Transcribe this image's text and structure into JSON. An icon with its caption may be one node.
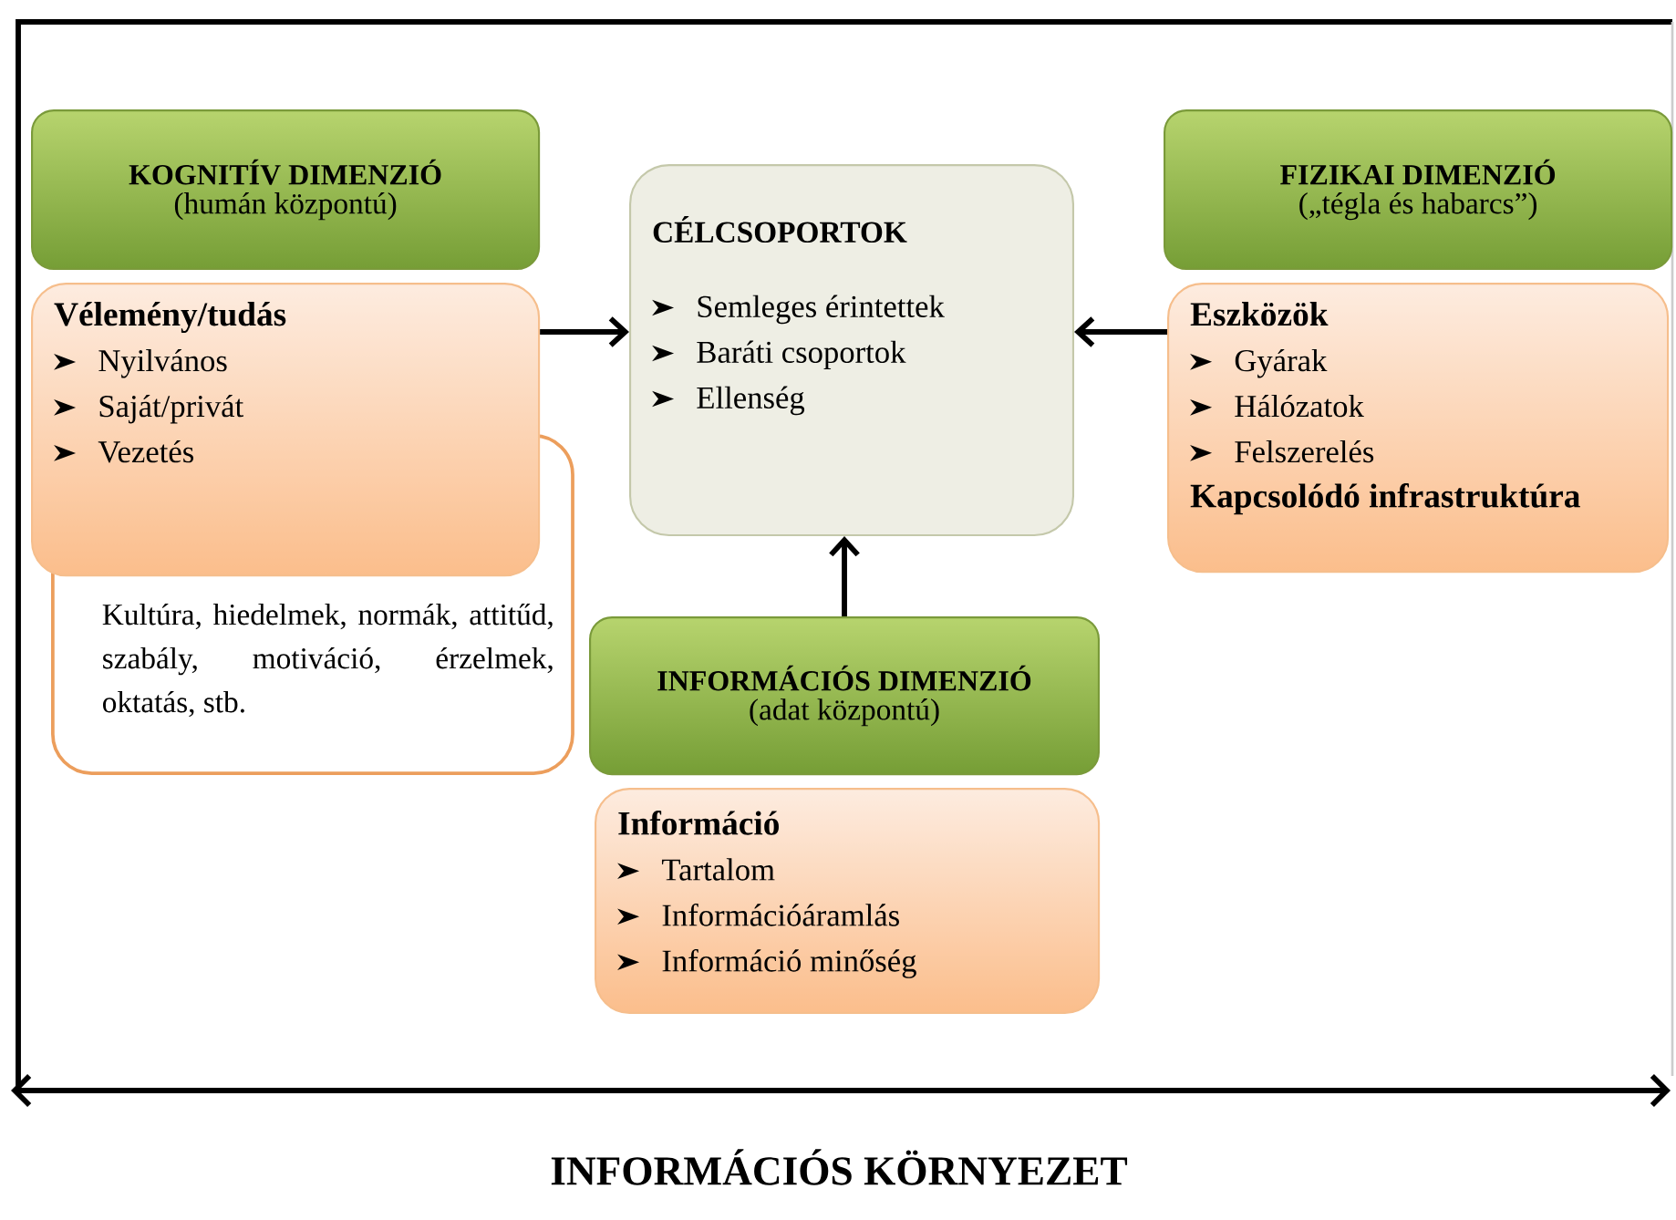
{
  "diagram": {
    "nodes": [
      {
        "text": [
          "KOGNITÍV DIMENZIÓ",
          "(humán központú)"
        ]
      },
      {
        "text": [
          "Vélemény/tudás",
          "Nyilvános",
          "Saját/privát",
          "Vezetés"
        ]
      },
      {
        "text": [
          "Kultúra, hiedelmek, normák, attitűd, szabály, motiváció, érzelmek, oktatás, stb."
        ]
      },
      {
        "text": [
          "CÉLCSOPORTOK",
          "Semleges érintettek",
          "Baráti csoportok",
          "Ellenség"
        ]
      },
      {
        "text": [
          "FIZIKAI DIMENZIÓ",
          "(„tégla és habarcs”)"
        ]
      },
      {
        "text": [
          "Eszközök",
          "Gyárak",
          "Hálózatok",
          "Felszerelés",
          "Kapcsolódó infrastruktúra"
        ]
      },
      {
        "text": [
          "INFORMÁCIÓS DIMENZIÓ",
          "(adat központú)"
        ]
      },
      {
        "text": [
          "Információ",
          "Tartalom",
          "Információáramlás",
          "Információ minőség"
        ]
      }
    ],
    "edges": [
      {
        "from": 1,
        "to": 3,
        "arrow": "to"
      },
      {
        "from": 5,
        "to": 3,
        "arrow": "to"
      },
      {
        "from": 6,
        "to": 3,
        "arrow": "to"
      }
    ],
    "labels": [
      "INFORMÁCIÓS KÖRNYEZET"
    ]
  }
}
